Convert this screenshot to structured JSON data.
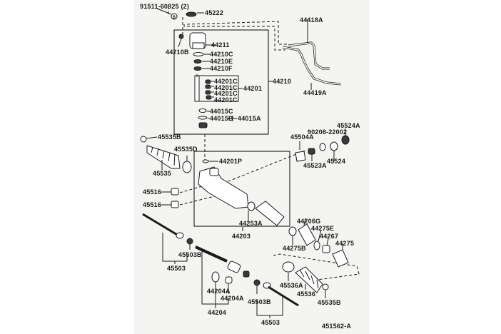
{
  "diagram": {
    "title_code": "451562-A",
    "colors": {
      "ink": "#1a1a1a",
      "paper": "#f4f4f2",
      "background": "#ffffff"
    },
    "labels": {
      "bolt_91511": "91511-60825 (2)",
      "cap_45222": "45222",
      "valve_body": "44211",
      "plug_44210B": "44210B",
      "ring_44210C": "44210C",
      "ring_44210E": "44210E",
      "ring_44210F": "44210F",
      "ring_c1": "44201C",
      "ring_c2": "44201C",
      "ring_c3": "44201C",
      "ring_c4": "44201C",
      "ring_set": "44201",
      "valve_assy": "44210",
      "seal_44015C": "44015C",
      "seal_44015B": "44015B",
      "seal_set": "44015A",
      "tube_44418A": "44418A",
      "tube_44419A": "44419A",
      "bracket_45504A": "45504A",
      "bolt_90208": "90208-22002",
      "nut_45524A": "45524A",
      "bush_45523A": "45523A",
      "washer_45524": "45524",
      "clamp_45535B_top": "45535B",
      "clip_45535D": "45535D",
      "boot_45535": "45535",
      "oring_44201P": "44201P",
      "bush_45516_a": "45516",
      "bush_45516_b": "45516",
      "seal_44253A": "44253A",
      "housing_44203": "44203",
      "cylinder_44206G": "44206G",
      "oring_44275E": "44275E",
      "seal_44267": "44267",
      "end_stop_44275": "44275",
      "seal_44275B": "44275B",
      "washer_45503B_left": "45503B",
      "tierod_45503_left": "45503",
      "ring_44204A_1": "44204A",
      "ring_44204A_2": "44204A",
      "rack_44204": "44204",
      "clamp_45536A": "45536A",
      "boot_45536": "45536",
      "clamp_45535B_bottom": "45535B",
      "washer_45503B_right": "45503B",
      "tierod_45503_right": "45503"
    }
  }
}
